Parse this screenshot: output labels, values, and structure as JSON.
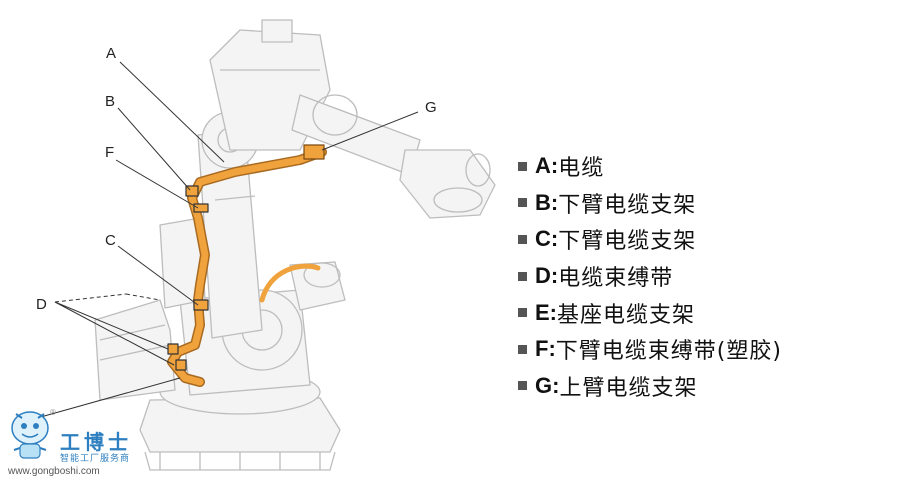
{
  "callouts": [
    "A",
    "B",
    "F",
    "C",
    "D",
    "G"
  ],
  "legend": [
    {
      "key": "A:",
      "desc": "电缆"
    },
    {
      "key": "B:",
      "desc": "下臂电缆支架"
    },
    {
      "key": "C:",
      "desc": "下臂电缆支架"
    },
    {
      "key": "D:",
      "desc": "电缆束缚带"
    },
    {
      "key": "E:",
      "desc": "基座电缆支架"
    },
    {
      "key": "F:",
      "desc": "下臂电缆束缚带(塑胶)"
    },
    {
      "key": "G:",
      "desc": "上臂电缆支架"
    }
  ],
  "logo": {
    "brand": "工博士",
    "tagline": "智能工厂服务商",
    "url": "www.gongboshi.com",
    "registered": "®"
  },
  "colors": {
    "cable": "#f0a23c",
    "robot_outline": "#b9b9b9",
    "robot_fill": "#f3f3f3",
    "leader": "#333333",
    "logo_blue": "#2e7fc0"
  }
}
